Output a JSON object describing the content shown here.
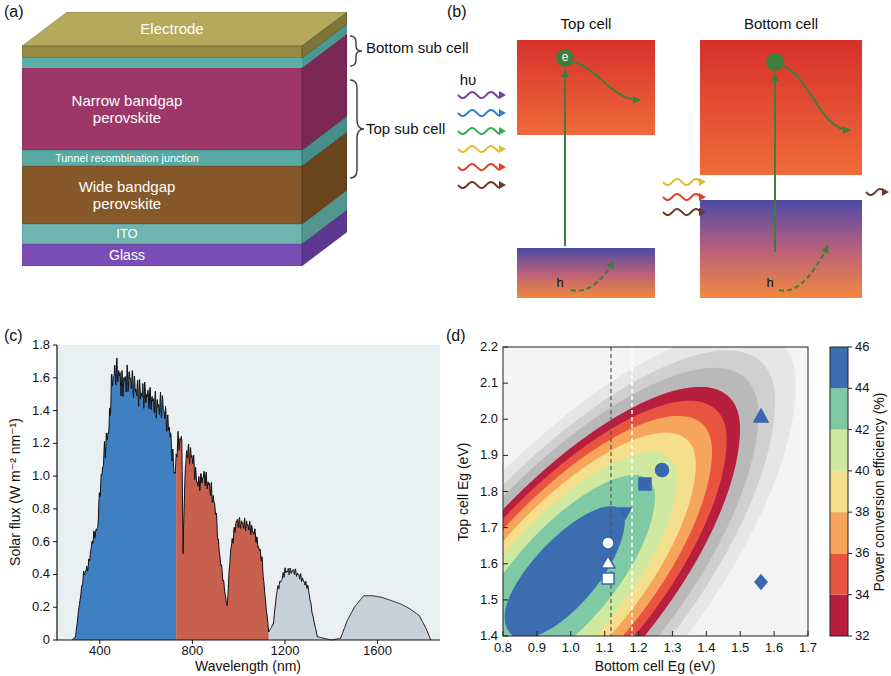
{
  "diagram": {
    "nodes": [
      {
        "text": [
          "Electrode"
        ]
      },
      {
        "text": [
          "Narrow bandgap perovskite"
        ]
      },
      {
        "text": [
          "Tunnel recombination junction"
        ]
      },
      {
        "text": [
          "Wide bandgap perovskite"
        ]
      },
      {
        "text": [
          "ITO"
        ]
      },
      {
        "text": [
          "Glass"
        ]
      }
    ],
    "labels": [
      "(a)",
      "Bottom sub cell",
      "Top sub cell",
      "(b)",
      "Top cell",
      "Bottom cell",
      "hυ",
      "e",
      "h",
      "h",
      "(c)",
      "1.8",
      "1.6",
      "1.4",
      "1.2",
      "1.0",
      "0.8",
      "0.6",
      "0.4",
      "0.2",
      "0",
      "Solar flux (W m⁻² nm⁻¹)",
      "400",
      "800",
      "1200",
      "1600",
      "Wavelength (nm)",
      "(d)",
      "2.2",
      "2.1",
      "2.0",
      "1.9",
      "1.8",
      "1.7",
      "1.6",
      "1.5",
      "1.4",
      "0.8",
      "0.9",
      "1.0",
      "1.1",
      "1.2",
      "1.3",
      "1.4",
      "1.5",
      "1.6",
      "1.7",
      "Top cell Eg (eV)",
      "Bottom cell Eg (eV)",
      "46",
      "44",
      "42",
      "40",
      "38",
      "36",
      "34",
      "32",
      "Power conversion efficiency (%)"
    ]
  }
}
